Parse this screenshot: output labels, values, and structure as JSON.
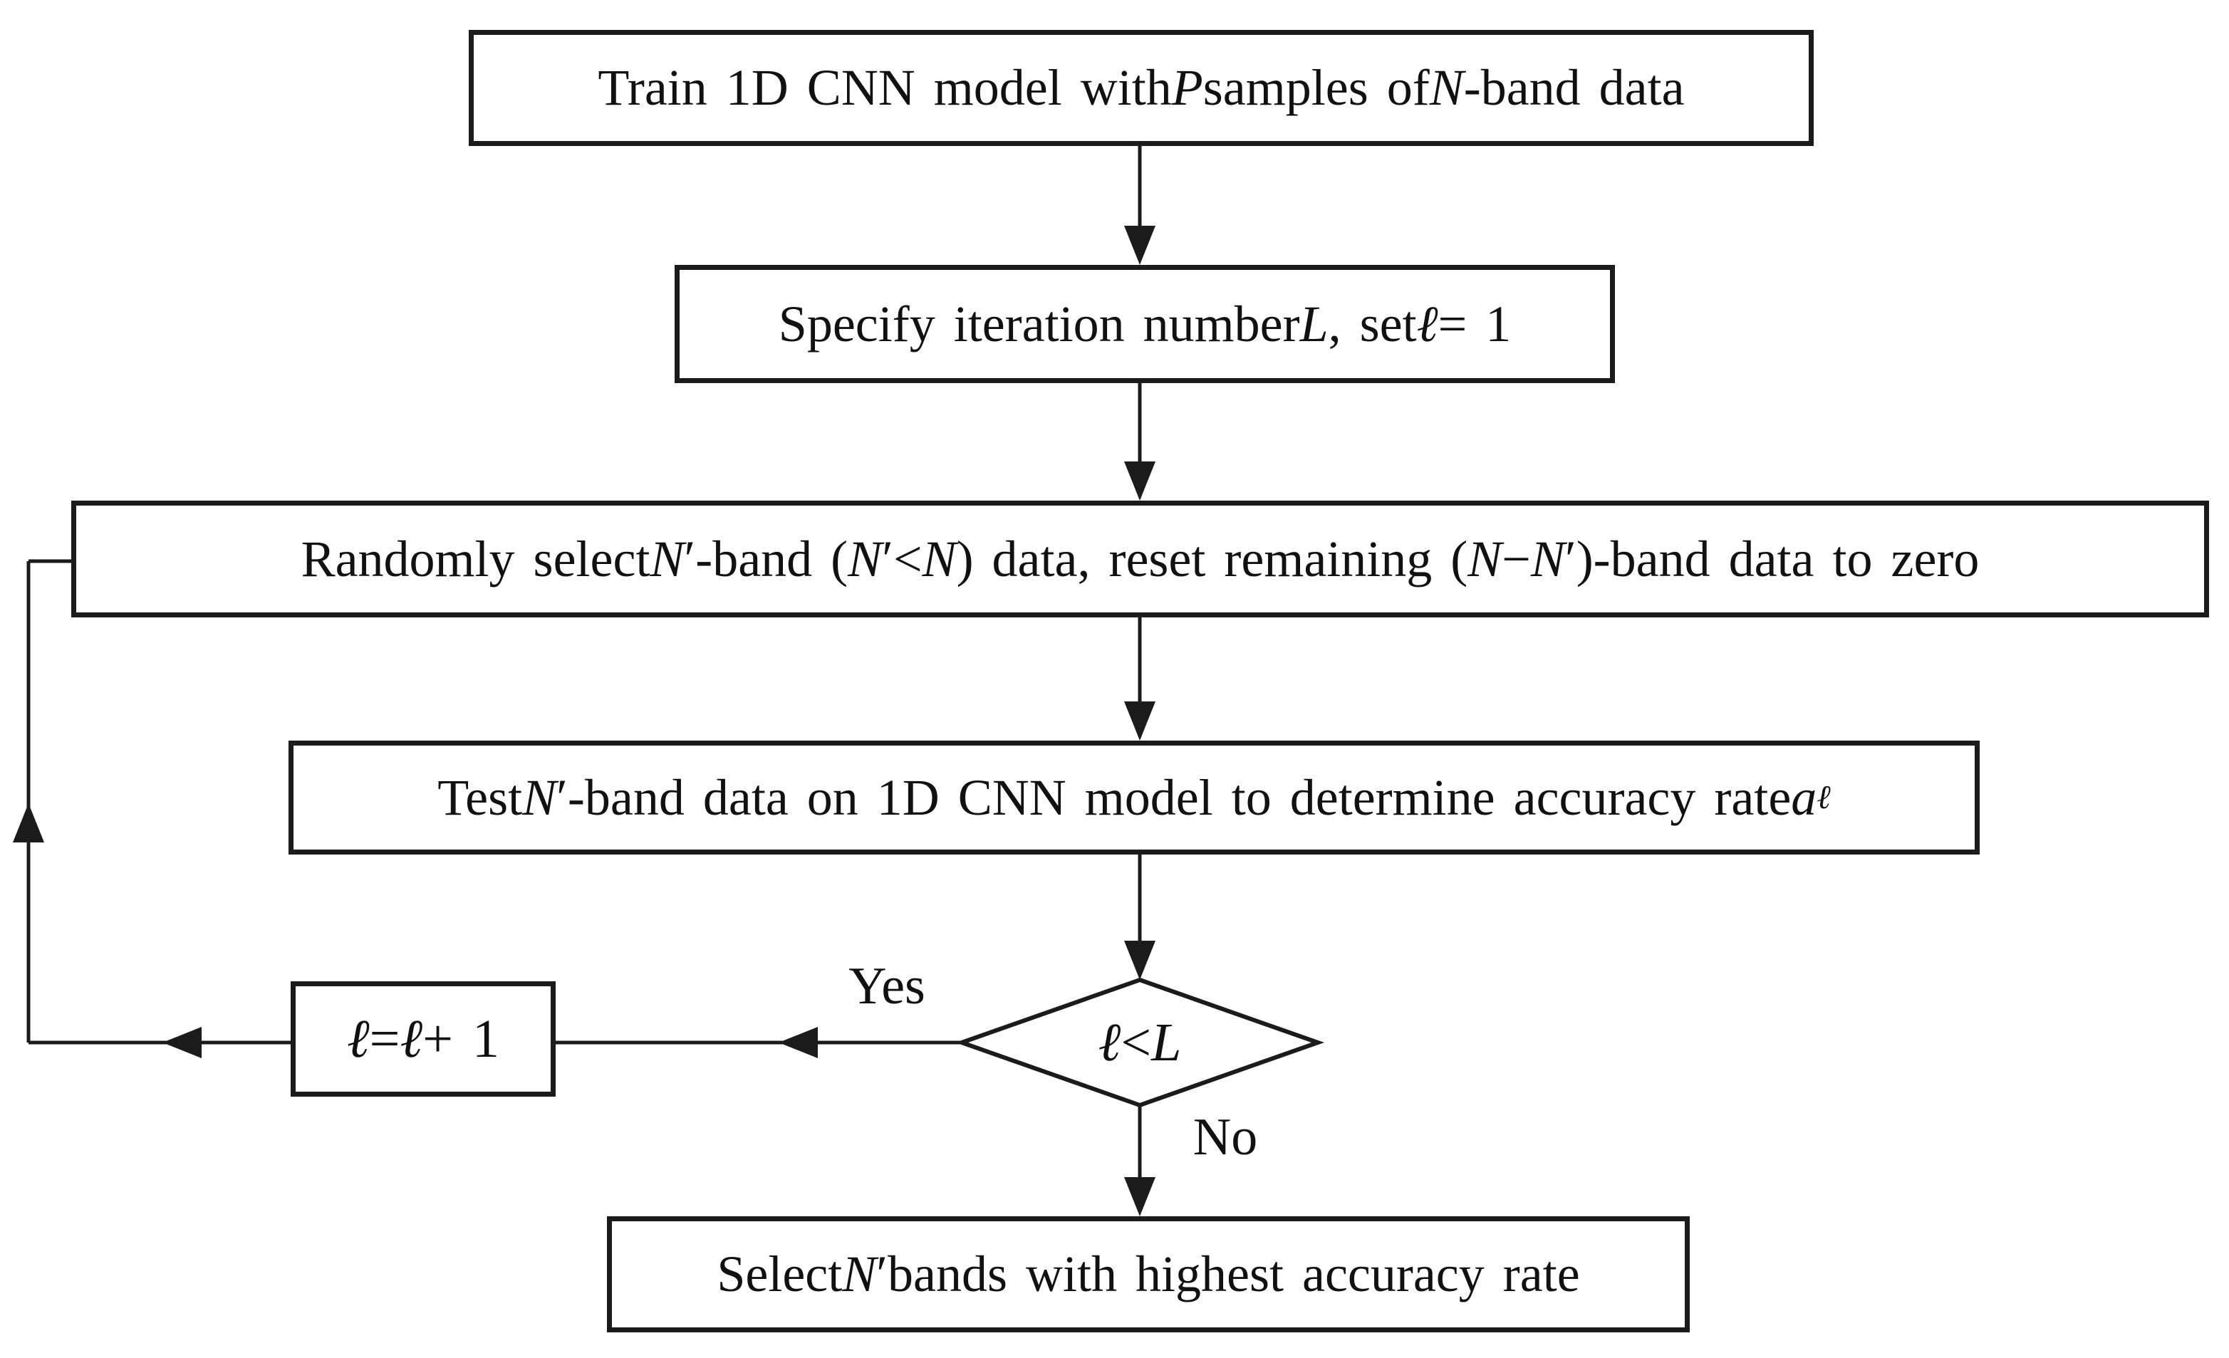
{
  "diagram": {
    "title": "Flowchart: random band selection with 1D CNN",
    "colors": {
      "background": "#ffffff",
      "stroke": "#1b1b1b",
      "text": "#111111"
    },
    "nodes": {
      "train": {
        "type": "process",
        "rich": [
          {
            "t": "Train 1D CNN model with "
          },
          {
            "t": "P",
            "i": true
          },
          {
            "t": " samples of "
          },
          {
            "t": "N",
            "i": true
          },
          {
            "t": "-band data"
          }
        ]
      },
      "specify": {
        "type": "process",
        "rich": [
          {
            "t": "Specify iteration number "
          },
          {
            "t": "L",
            "i": true
          },
          {
            "t": ", set "
          },
          {
            "t": "ℓ",
            "i": true
          },
          {
            "t": " = 1"
          }
        ]
      },
      "random": {
        "type": "process",
        "rich": [
          {
            "t": "Randomly select "
          },
          {
            "t": "N",
            "i": true
          },
          {
            "t": "′"
          },
          {
            "t": "-band ("
          },
          {
            "t": "N",
            "i": true
          },
          {
            "t": "′"
          },
          {
            "t": " < "
          },
          {
            "t": "N",
            "i": true
          },
          {
            "t": ") data, reset remaining ("
          },
          {
            "t": "N",
            "i": true
          },
          {
            "t": " − "
          },
          {
            "t": "N",
            "i": true
          },
          {
            "t": "′"
          },
          {
            "t": ")-band data to zero"
          }
        ]
      },
      "test": {
        "type": "process",
        "rich": [
          {
            "t": "Test "
          },
          {
            "t": "N",
            "i": true
          },
          {
            "t": "′"
          },
          {
            "t": "-band data on 1D CNN model to determine accuracy rate "
          },
          {
            "t": "a",
            "i": true
          },
          {
            "t": "ℓ",
            "i": true,
            "sub": true
          }
        ]
      },
      "decision": {
        "type": "decision",
        "rich": [
          {
            "t": "ℓ",
            "i": true
          },
          {
            "t": " < "
          },
          {
            "t": "L",
            "i": true
          }
        ]
      },
      "increment": {
        "type": "process",
        "rich": [
          {
            "t": "ℓ",
            "i": true
          },
          {
            "t": " = "
          },
          {
            "t": "ℓ",
            "i": true
          },
          {
            "t": " + 1"
          }
        ]
      },
      "select": {
        "type": "process",
        "rich": [
          {
            "t": "Select "
          },
          {
            "t": "N",
            "i": true
          },
          {
            "t": "′"
          },
          {
            "t": " bands with highest accuracy rate"
          }
        ]
      }
    },
    "edge_labels": {
      "yes": "Yes",
      "no": "No"
    }
  }
}
